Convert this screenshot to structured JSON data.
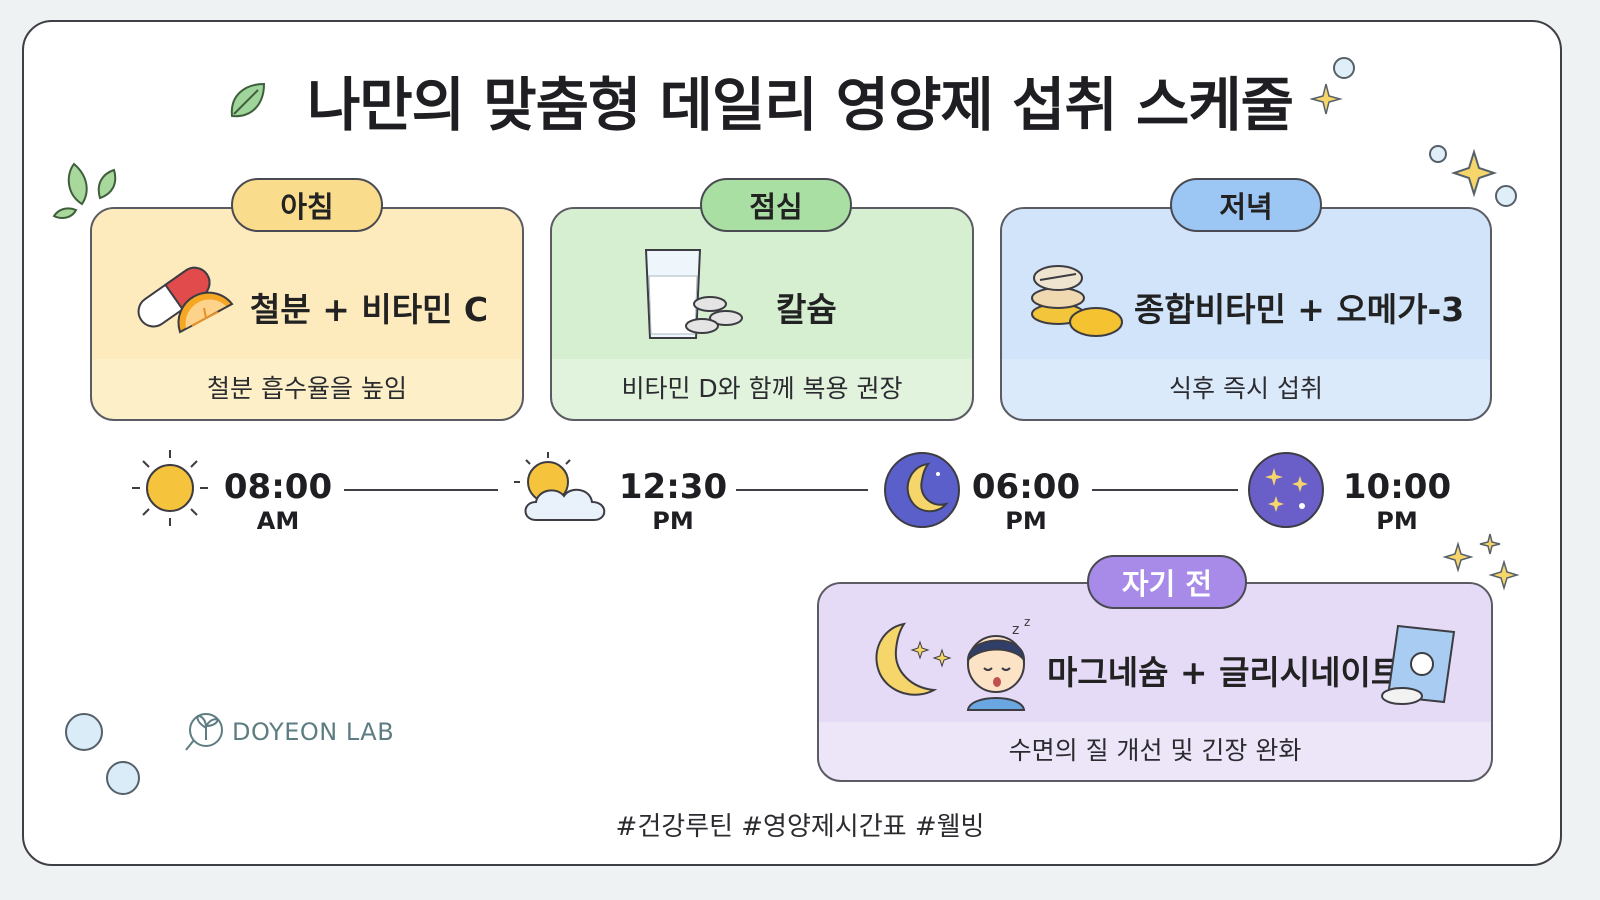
{
  "title": "나만의 맞춤형 데일리 영양제 섭취 스케줄",
  "colors": {
    "morning": "#fdf0c9",
    "lunch": "#dff2db",
    "dinner": "#d9e9fa",
    "bedtime": "#ebe3f8",
    "morning_pill": "#f9dd8c",
    "lunch_pill": "#a9dfa3",
    "dinner_pill": "#9cc7f4",
    "bedtime_pill": "#a88be8"
  },
  "cards": {
    "morning": {
      "label": "아침",
      "supplement": "철분 + 비타민 C",
      "note": "철분 흡수율을 높임"
    },
    "lunch": {
      "label": "점심",
      "supplement": "칼슘",
      "note": "비타민 D와 함께 복용 권장"
    },
    "dinner": {
      "label": "저녁",
      "supplement": "종합비타민 + 오메가-3",
      "note": "식후 즉시 섭취"
    },
    "bedtime": {
      "label": "자기 전",
      "supplement": "마그네슘 + 글리시네이트",
      "note": "수면의 질 개선 및 긴장 완화"
    }
  },
  "timeline": [
    {
      "time": "08:00",
      "period": "AM",
      "icon": "sun-icon"
    },
    {
      "time": "12:30",
      "period": "PM",
      "icon": "sun-cloud-icon"
    },
    {
      "time": "06:00",
      "period": "PM",
      "icon": "moon-icon"
    },
    {
      "time": "10:00",
      "period": "PM",
      "icon": "night-stars-icon"
    }
  ],
  "brand": "DOYEON LAB",
  "hashtags": "#건강루틴 #영양제시간표 #웰빙"
}
